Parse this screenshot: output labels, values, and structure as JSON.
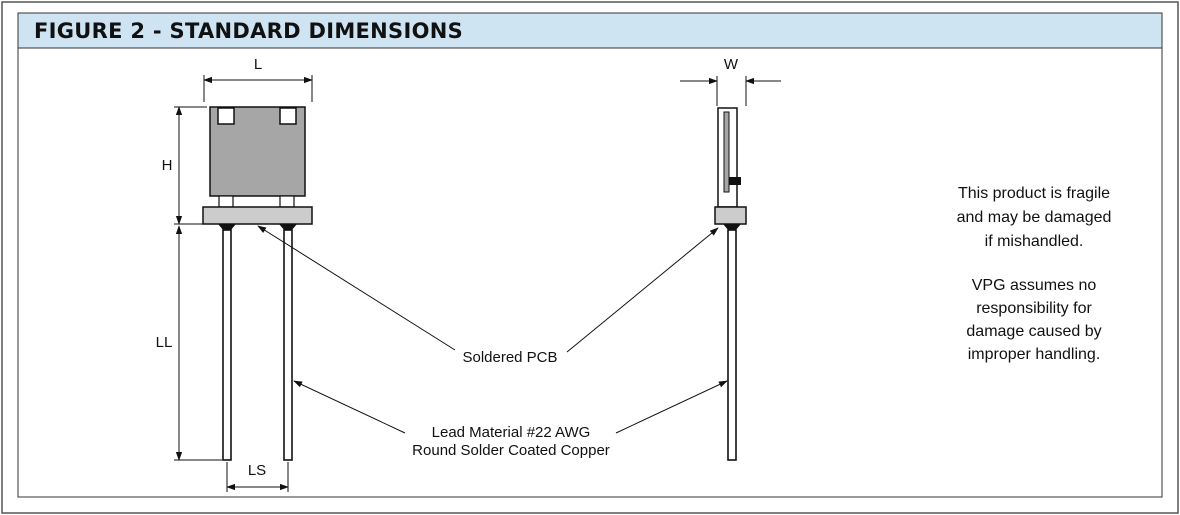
{
  "title": "FIGURE 2 - STANDARD DIMENSIONS",
  "dimensions": {
    "length": "L",
    "width": "W",
    "height": "H",
    "lead_length": "LL",
    "lead_spacing": "LS"
  },
  "callouts": {
    "pcb": "Soldered PCB",
    "lead_line1": "Lead Material #22 AWG",
    "lead_line2": "Round Solder Coated Copper"
  },
  "notes": {
    "fragile": [
      "This product is fragile",
      "and may be damaged",
      "if mishandled."
    ],
    "liability": [
      "VPG assumes no",
      "responsibility for",
      "damage caused by",
      "improper handling."
    ]
  },
  "colors": {
    "header_bg": "#cfe4f3",
    "body_fill": "#a6a6a6",
    "pcb_fill": "#cccccc"
  }
}
